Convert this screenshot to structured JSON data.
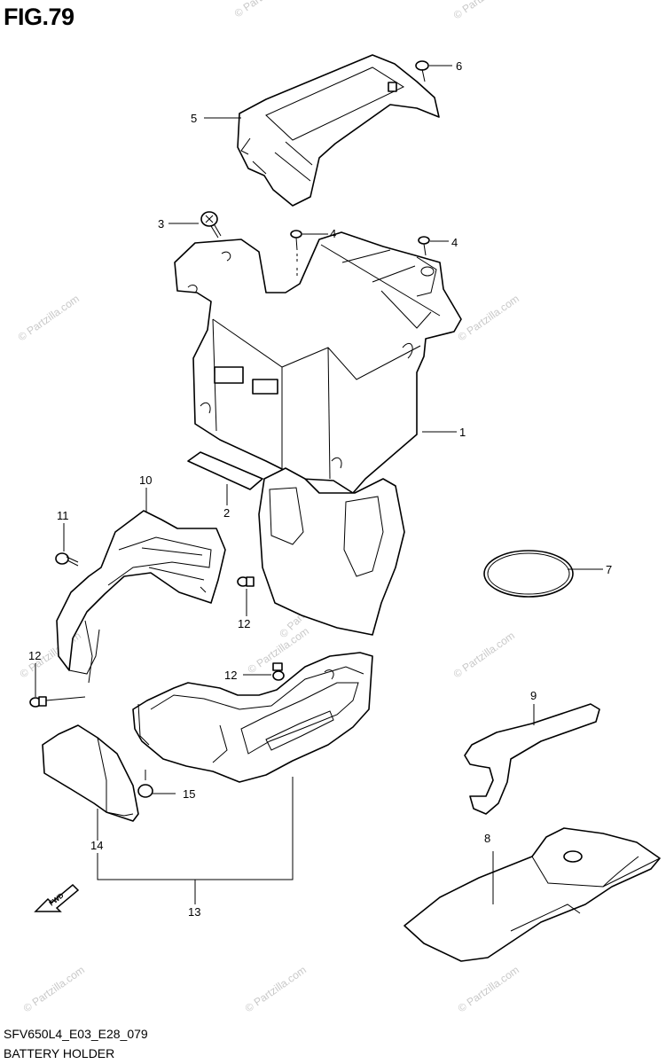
{
  "figure": {
    "title": "FIG.79",
    "model_code": "SFV650L4_E03_E28_079",
    "caption": "BATTERY HOLDER"
  },
  "watermark": "© Partzilla.com",
  "callouts": {
    "c1": "1",
    "c2": "2",
    "c3": "3",
    "c4a": "4",
    "c4b": "4",
    "c5": "5",
    "c6": "6",
    "c7": "7",
    "c8": "8",
    "c9": "9",
    "c10": "10",
    "c11": "11",
    "c12a": "12",
    "c12b": "12",
    "c12c": "12",
    "c13": "13",
    "c14": "14",
    "c15": "15"
  },
  "fwd_label": "FWD"
}
